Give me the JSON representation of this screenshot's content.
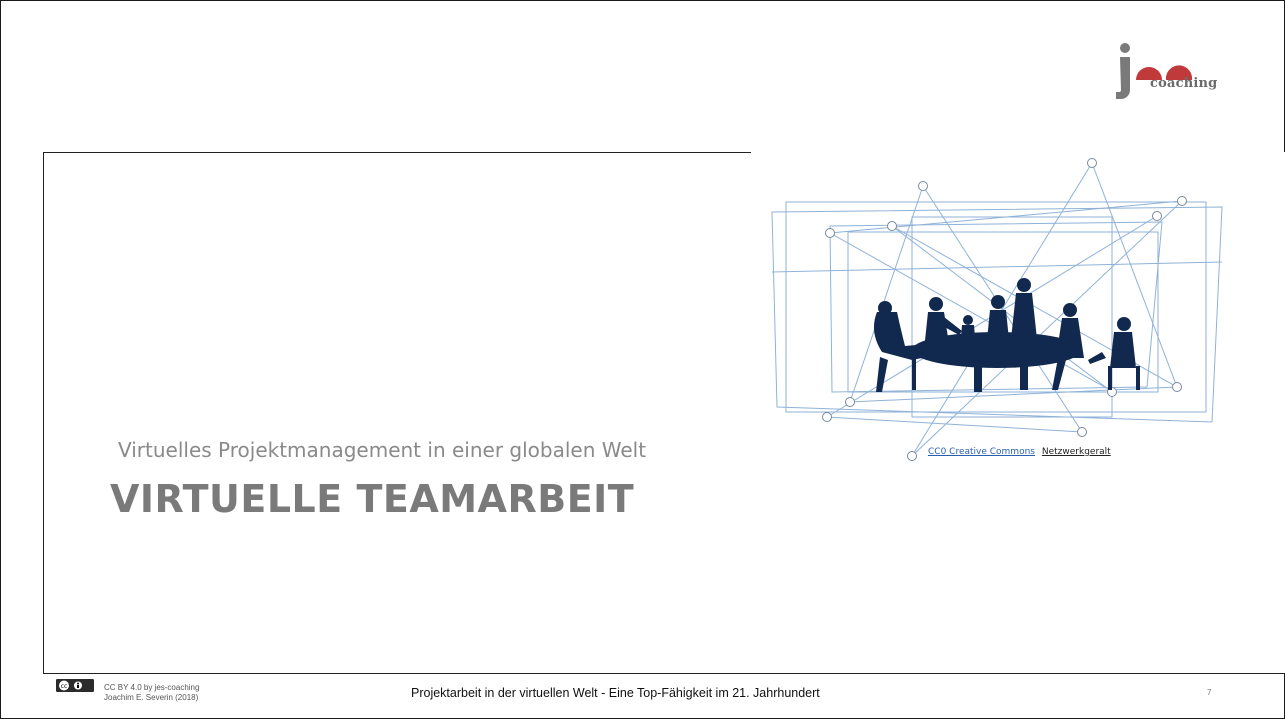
{
  "logo": {
    "text": "coaching",
    "colors": {
      "j": "#7a7a7a",
      "es": "#c0393b"
    }
  },
  "subtitle": "Virtuelles Projektmanagement in einer globalen Welt",
  "title": "VIRTUELLE TEAMARBEIT",
  "image_credit": {
    "license": "CC0 Creative Commons",
    "author": "Netzwerkgeralt"
  },
  "footer": {
    "license_badge": "cc-by-icon",
    "license_line1": "CC BY 4.0 by jes-coaching",
    "license_line2": "Joachim E. Severin (2018)",
    "center": "Projektarbeit in der virtuellen Welt - Eine Top-Fähigkeit im 21. Jahrhundert",
    "page_number": "7"
  },
  "colors": {
    "silhouette": "#12294f",
    "network_lines": "#8fb2d8",
    "text_gray": "#7a7a7a"
  }
}
